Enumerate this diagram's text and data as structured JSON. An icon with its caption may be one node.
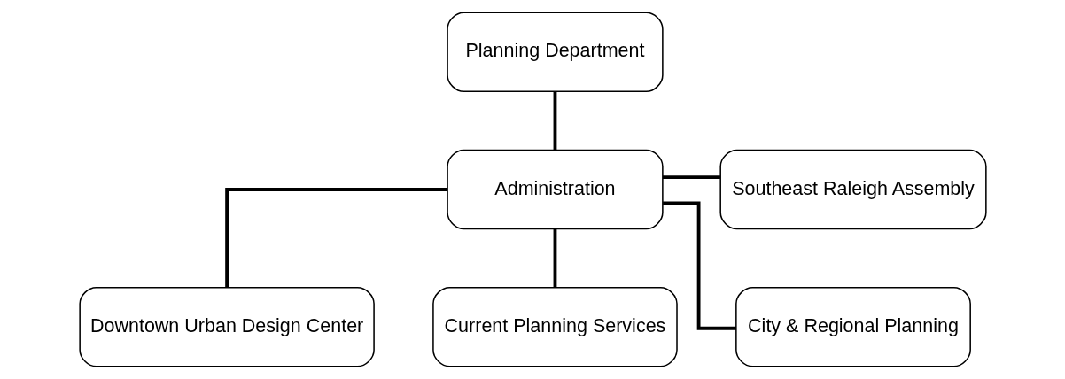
{
  "diagram": {
    "nodes": [
      {
        "text": [
          "Planning Department"
        ]
      },
      {
        "text": [
          "Administration"
        ]
      },
      {
        "text": [
          "Southeast Raleigh Assembly"
        ]
      },
      {
        "text": [
          "Downtown Urban Design Center"
        ]
      },
      {
        "text": [
          "Current Planning Services"
        ]
      },
      {
        "text": [
          "City & Regional Planning"
        ]
      }
    ],
    "edges": [
      {
        "from": 0,
        "to": 1,
        "arrow": "none"
      },
      {
        "from": 1,
        "to": 2,
        "arrow": "none"
      },
      {
        "from": 1,
        "to": 3,
        "arrow": "none"
      },
      {
        "from": 1,
        "to": 4,
        "arrow": "none"
      },
      {
        "from": 1,
        "to": 5,
        "arrow": "none"
      }
    ]
  }
}
